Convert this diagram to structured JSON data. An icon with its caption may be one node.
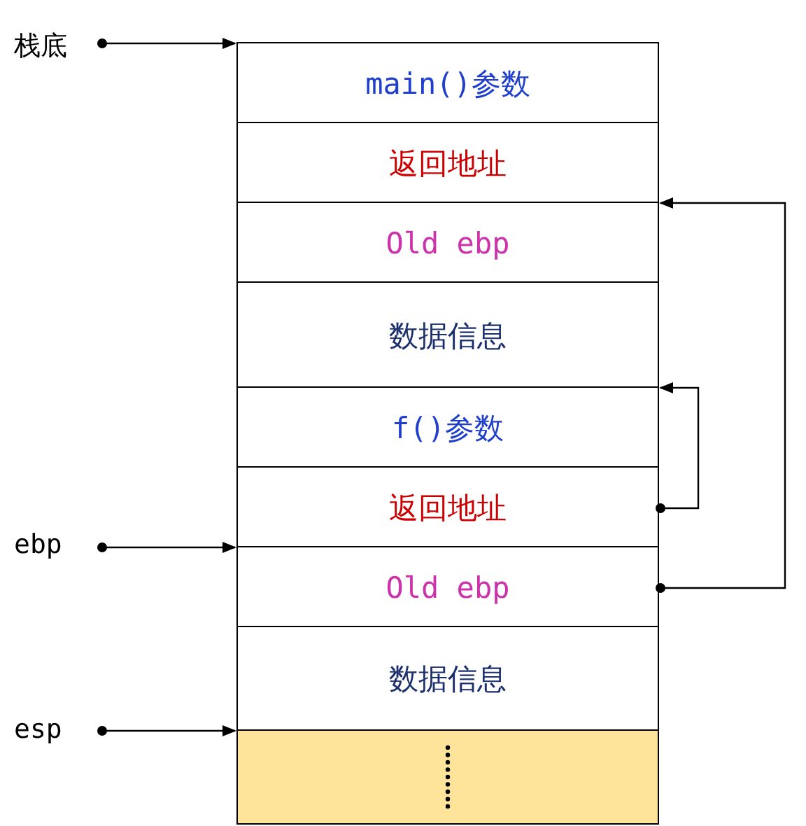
{
  "diagram": {
    "nodes": [
      {
        "text": [
          "栈底"
        ]
      },
      {
        "text": [
          "ebp"
        ]
      },
      {
        "text": [
          "esp"
        ]
      },
      {
        "text": [
          "main()参数"
        ]
      },
      {
        "text": [
          "返回地址"
        ]
      },
      {
        "text": [
          "Old ebp"
        ]
      },
      {
        "text": [
          "数据信息"
        ]
      },
      {
        "text": [
          "f()参数"
        ]
      },
      {
        "text": [
          "返回地址"
        ]
      },
      {
        "text": [
          "Old ebp"
        ]
      },
      {
        "text": [
          "数据信息"
        ]
      },
      {
        "text": [],
        "shape": "box"
      }
    ],
    "edges": [
      {
        "from": 0,
        "to": 3,
        "arrow": "to"
      },
      {
        "from": 1,
        "to": 9,
        "arrow": "to"
      },
      {
        "from": 2,
        "to": 11,
        "arrow": "to"
      },
      {
        "from": 8,
        "to": 7,
        "arrow": "to"
      },
      {
        "from": 9,
        "to": 5,
        "arrow": "to"
      }
    ]
  }
}
